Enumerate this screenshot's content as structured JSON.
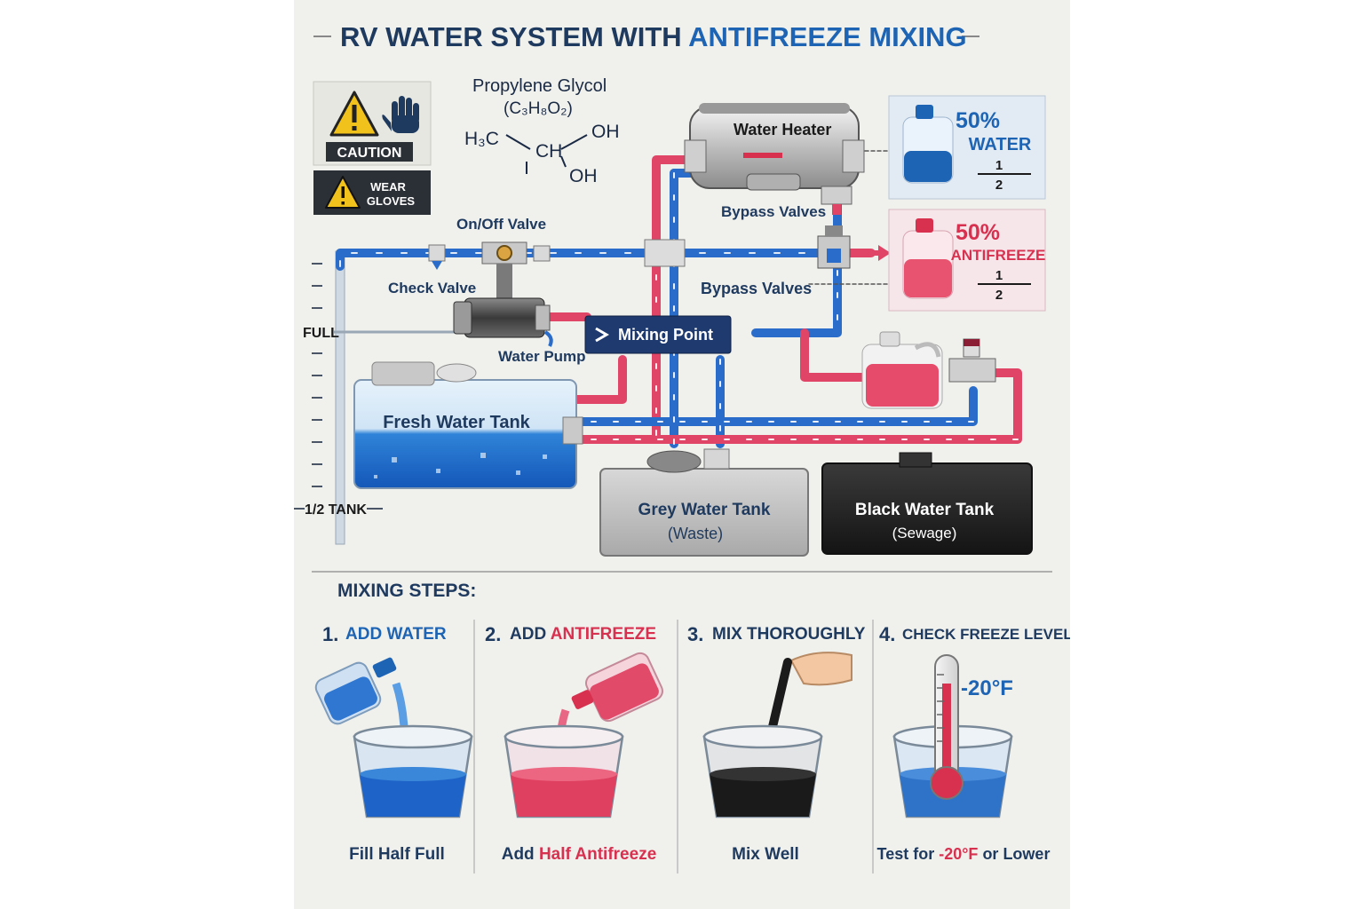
{
  "title": {
    "part1": "RV WATER SYSTEM WITH",
    "part2": "ANTIFREEZE MIXING"
  },
  "chemistry": {
    "name": "Propylene Glycol",
    "formula": "(C₃H₈O₂)",
    "h3c": "H₃C",
    "ch": "CH",
    "oh_top": "OH",
    "oh_bottom": "OH"
  },
  "warnings": {
    "caution": "CAUTION",
    "wear": "WEAR",
    "gloves": "GLOVES"
  },
  "gauge": {
    "full": "FULL",
    "half": "1/2 TANK"
  },
  "components": {
    "water_heater": "Water Heater",
    "bypass_valves_top": "Bypass Valves",
    "bypass_valves_mid": "Bypass Valves",
    "on_off_valve": "On/Off Valve",
    "check_valve": "Check Valve",
    "water_pump": "Water Pump",
    "mixing_point": "Mixing Point",
    "fresh_tank": "Fresh Water Tank",
    "grey_tank": "Grey Water Tank",
    "grey_sub": "(Waste)",
    "black_tank": "Black Water Tank",
    "black_sub": "(Sewage)"
  },
  "ratio_cards": [
    {
      "percent": "50%",
      "label": "WATER",
      "num": "1",
      "den": "2",
      "color": "#1e64b4"
    },
    {
      "percent": "50%",
      "label": "ANTIFREEZE",
      "num": "1",
      "den": "2",
      "color": "#d8304f"
    }
  ],
  "steps_heading": "MIXING STEPS:",
  "steps": [
    {
      "num": "1.",
      "title": "ADD WATER",
      "caption": "Fill Half Full"
    },
    {
      "num": "2.",
      "title_a": "ADD ",
      "title_b": "ANTIFREEZE",
      "caption_a": "Add ",
      "caption_b": "Half Antifreeze"
    },
    {
      "num": "3.",
      "title": "MIX THOROUGHLY",
      "caption": "Mix Well"
    },
    {
      "num": "4.",
      "title": "CHECK FREEZE LEVEL",
      "temp": "-20°F",
      "caption_a": "Test for ",
      "caption_b": "-20°F",
      "caption_c": " or Lower"
    }
  ],
  "colors": {
    "navy": "#1f3a5f",
    "accent_blue": "#1e64b4",
    "accent_red": "#d8304f",
    "pipe_blue": "#2a6cc9",
    "pipe_red": "#e04466"
  }
}
